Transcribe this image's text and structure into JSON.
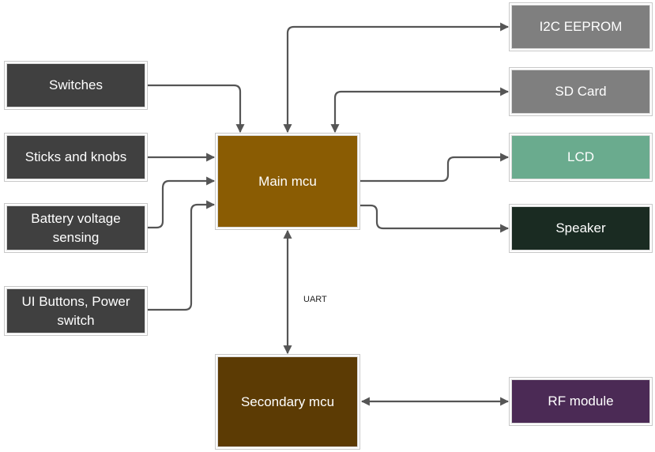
{
  "inputs": {
    "switches": "Switches",
    "sticks": "Sticks and knobs",
    "battery": "Battery voltage sensing",
    "ui_buttons": "UI Buttons, Power switch"
  },
  "main_mcu": "Main mcu",
  "secondary_mcu": "Secondary mcu",
  "outputs": {
    "eeprom": "I2C EEPROM",
    "sd_card": "SD Card",
    "lcd": "LCD",
    "speaker": "Speaker",
    "rf_module": "RF module"
  },
  "link_label": "UART",
  "colors": {
    "input_box": "#404040",
    "main_mcu": "#8a5c03",
    "secondary_mcu": "#5c3b04",
    "eeprom": "#7f7f7f",
    "sd_card": "#7f7f7f",
    "lcd": "#6aab8e",
    "speaker": "#1a2b22",
    "rf_module": "#4b2a55",
    "arrow": "#555555"
  }
}
